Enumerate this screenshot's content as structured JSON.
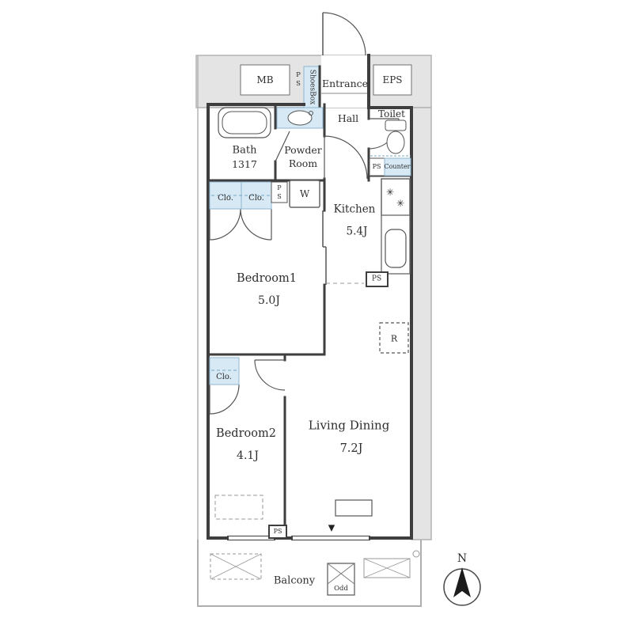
{
  "floor_plan": {
    "colors": {
      "wall": "#3e3e3e",
      "common_area_fill": "#e4e4e4",
      "closet_fill": "#d7e9f4",
      "closet_stroke": "#8fb8d0",
      "text": "#2e2e2e"
    },
    "rooms": {
      "mb": {
        "label": "MB"
      },
      "meter_ps": {
        "letters": [
          "P",
          "S"
        ]
      },
      "shoes_box": {
        "label": "ShoesBox"
      },
      "entrance": {
        "label": "Entrance"
      },
      "eps": {
        "label": "EPS"
      },
      "hall": {
        "label": "Hall"
      },
      "toilet": {
        "label": "Toilet",
        "ps": "PS",
        "counter": "Counter"
      },
      "bath": {
        "label": "Bath",
        "size": "1317"
      },
      "powder_room": {
        "line1": "Powder",
        "line2": "Room"
      },
      "washer": {
        "label": "W"
      },
      "closet_a": {
        "label": "Clo."
      },
      "closet_b": {
        "label": "Clo."
      },
      "closet_ps": {
        "letters": [
          "P",
          "S"
        ]
      },
      "kitchen": {
        "label": "Kitchen",
        "size": "5.4J",
        "ps": "PS"
      },
      "bedroom1": {
        "label": "Bedroom1",
        "size": "5.0J"
      },
      "closet_c": {
        "label": "Clo."
      },
      "bedroom2": {
        "label": "Bedroom2",
        "size": "4.1J"
      },
      "living_dining": {
        "label": "Living Dining",
        "size": "7.2J"
      },
      "refrigerator": {
        "label": "R"
      },
      "wall_ps": {
        "label": "PS"
      },
      "balcony": {
        "label": "Balcony",
        "odd_box": "Odd"
      }
    },
    "icons": {
      "stove_burner": "✳",
      "section_marker": "▼"
    },
    "compass": {
      "label": "N"
    }
  }
}
